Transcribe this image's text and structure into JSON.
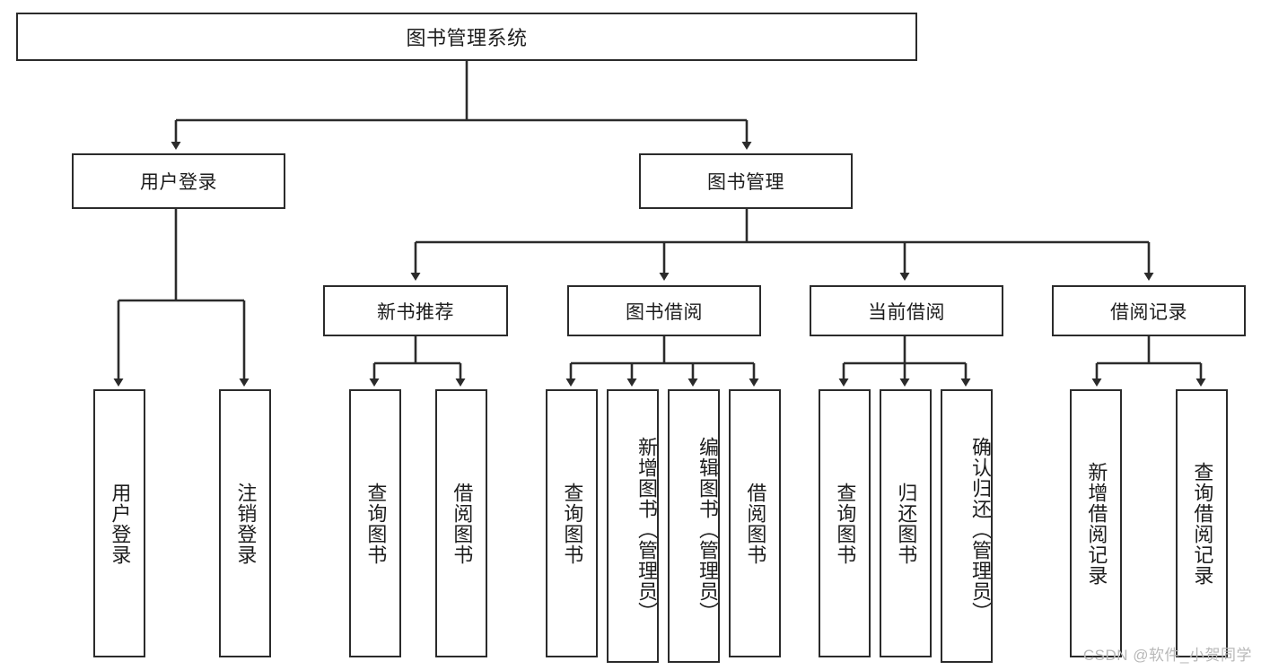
{
  "diagram": {
    "title": "图书管理系统",
    "type": "hierarchy-tree",
    "root": {
      "label": "图书管理系统",
      "orientation": "horizontal"
    },
    "level2": [
      {
        "label": "用户登录",
        "orientation": "horizontal"
      },
      {
        "label": "图书管理",
        "orientation": "horizontal"
      }
    ],
    "level3": [
      {
        "label": "新书推荐",
        "orientation": "horizontal",
        "parent": "图书管理"
      },
      {
        "label": "图书借阅",
        "orientation": "horizontal",
        "parent": "图书管理"
      },
      {
        "label": "当前借阅",
        "orientation": "horizontal",
        "parent": "图书管理"
      },
      {
        "label": "借阅记录",
        "orientation": "horizontal",
        "parent": "图书管理"
      }
    ],
    "leaves": {
      "user_login": [
        {
          "label": "用户登录",
          "orientation": "vertical"
        },
        {
          "label": "注销登录",
          "orientation": "vertical"
        }
      ],
      "new_book_rec": [
        {
          "label": "查询图书",
          "orientation": "vertical"
        },
        {
          "label": "借阅图书",
          "orientation": "vertical"
        }
      ],
      "book_borrow": [
        {
          "label": "查询图书",
          "orientation": "vertical"
        },
        {
          "label": "新增图书（管理员）",
          "orientation": "vertical"
        },
        {
          "label": "编辑图书（管理员）",
          "orientation": "vertical"
        },
        {
          "label": "借阅图书",
          "orientation": "vertical"
        }
      ],
      "current_borrow": [
        {
          "label": "查询图书",
          "orientation": "vertical"
        },
        {
          "label": "归还图书",
          "orientation": "vertical"
        },
        {
          "label": "确认归还（管理员）",
          "orientation": "vertical"
        }
      ],
      "borrow_record": [
        {
          "label": "新增借阅记录",
          "orientation": "vertical"
        },
        {
          "label": "查询借阅记录",
          "orientation": "vertical"
        }
      ]
    }
  },
  "watermark": {
    "text": "CSDN @软件_小贺同学"
  },
  "colors": {
    "box_border": "#2b2b2b",
    "box_fill": "#ffffff",
    "text": "#1d1d1d",
    "connector": "#2b2b2b",
    "watermark": "#b8b8b8",
    "background": "#ffffff"
  }
}
